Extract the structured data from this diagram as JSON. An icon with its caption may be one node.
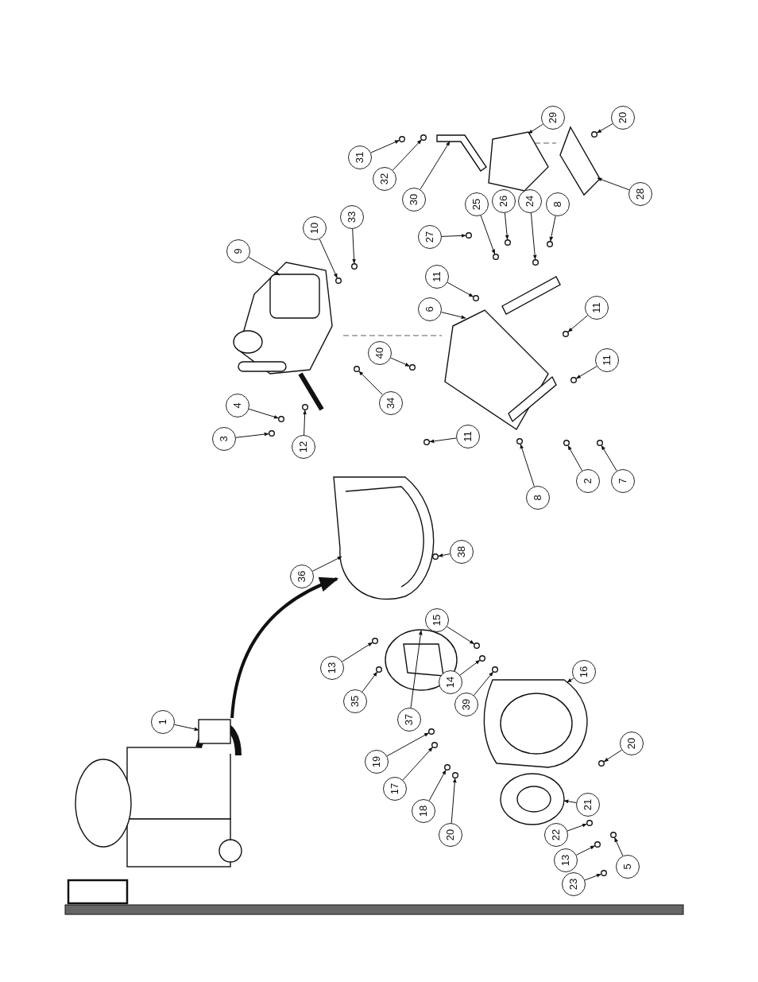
{
  "diagram": {
    "nodes": [
      {
        "text": [
          "29"
        ]
      },
      {
        "text": [
          "20"
        ]
      },
      {
        "text": [
          "31"
        ]
      },
      {
        "text": [
          "32"
        ]
      },
      {
        "text": [
          "28"
        ]
      },
      {
        "text": [
          "30"
        ]
      },
      {
        "text": [
          "25"
        ]
      },
      {
        "text": [
          "26"
        ]
      },
      {
        "text": [
          "24"
        ]
      },
      {
        "text": [
          "8"
        ]
      },
      {
        "text": [
          "33"
        ]
      },
      {
        "text": [
          "10"
        ]
      },
      {
        "text": [
          "27"
        ]
      },
      {
        "text": [
          "9"
        ]
      },
      {
        "text": [
          "11"
        ]
      },
      {
        "text": [
          "11"
        ]
      },
      {
        "text": [
          "6"
        ]
      },
      {
        "text": [
          "40"
        ]
      },
      {
        "text": [
          "11"
        ]
      },
      {
        "text": [
          "34"
        ]
      },
      {
        "text": [
          "4"
        ]
      },
      {
        "text": [
          "3"
        ]
      },
      {
        "text": [
          "11"
        ]
      },
      {
        "text": [
          "12"
        ]
      },
      {
        "text": [
          "2"
        ]
      },
      {
        "text": [
          "7"
        ]
      },
      {
        "text": [
          "8"
        ]
      },
      {
        "text": [
          "38"
        ]
      },
      {
        "text": [
          "36"
        ]
      },
      {
        "text": [
          "15"
        ]
      },
      {
        "text": [
          "13"
        ]
      },
      {
        "text": [
          "16"
        ]
      },
      {
        "text": [
          "14"
        ]
      },
      {
        "text": [
          "37"
        ]
      },
      {
        "text": [
          "35"
        ]
      },
      {
        "text": [
          "39"
        ]
      },
      {
        "text": [
          "1"
        ]
      },
      {
        "text": [
          "20"
        ]
      },
      {
        "text": [
          "19"
        ]
      },
      {
        "text": [
          "17"
        ]
      },
      {
        "text": [
          "21"
        ]
      },
      {
        "text": [
          "18"
        ]
      },
      {
        "text": [
          "22"
        ]
      },
      {
        "text": [
          "13"
        ]
      },
      {
        "text": [
          "23"
        ]
      },
      {
        "text": [
          "20"
        ]
      },
      {
        "text": [
          "5"
        ]
      },
      {
        "text": [],
        "shape": "picture"
      },
      {
        "text": [],
        "shape": "circle"
      },
      {
        "text": [],
        "shape": "circle"
      },
      {
        "text": [],
        "shape": "circle"
      },
      {
        "text": [],
        "shape": "picture"
      },
      {
        "text": [],
        "shape": "picture"
      },
      {
        "text": [],
        "shape": "circle"
      },
      {
        "text": [],
        "shape": "circle"
      },
      {
        "text": [],
        "shape": "circle"
      },
      {
        "text": [],
        "shape": "circle"
      },
      {
        "text": [],
        "shape": "circle"
      },
      {
        "text": [],
        "shape": "circle"
      },
      {
        "text": [],
        "shape": "circle"
      },
      {
        "text": [],
        "shape": "picture"
      },
      {
        "text": [],
        "shape": "circle"
      },
      {
        "text": [],
        "shape": "circle"
      },
      {
        "text": [],
        "shape": "picture"
      },
      {
        "text": [],
        "shape": "circle"
      },
      {
        "text": [],
        "shape": "circle"
      },
      {
        "text": [],
        "shape": "circle"
      },
      {
        "text": [],
        "shape": "circle"
      },
      {
        "text": [],
        "shape": "circle"
      },
      {
        "text": [],
        "shape": "circle"
      },
      {
        "text": [],
        "shape": "circle"
      },
      {
        "text": [],
        "shape": "circle"
      },
      {
        "text": [],
        "shape": "circle"
      },
      {
        "text": [],
        "shape": "circle"
      },
      {
        "text": [],
        "shape": "circle"
      },
      {
        "text": [],
        "shape": "picture"
      },
      {
        "text": [],
        "shape": "circle"
      },
      {
        "text": [],
        "shape": "circle"
      },
      {
        "text": [],
        "shape": "picture"
      },
      {
        "text": [],
        "shape": "circle"
      },
      {
        "text": [],
        "shape": "picture"
      },
      {
        "text": [],
        "shape": "circle"
      },
      {
        "text": [],
        "shape": "circle"
      },
      {
        "text": [],
        "shape": "picture"
      },
      {
        "text": [],
        "shape": "circle"
      },
      {
        "text": [],
        "shape": "circle"
      },
      {
        "text": [],
        "shape": "circle"
      },
      {
        "text": [],
        "shape": "picture"
      },
      {
        "text": [],
        "shape": "circle"
      },
      {
        "text": [],
        "shape": "circle"
      },
      {
        "text": [],
        "shape": "circle"
      },
      {
        "text": [],
        "shape": "circle"
      },
      {
        "text": [],
        "shape": "circle"
      },
      {
        "text": [],
        "shape": "circle"
      }
    ],
    "edges": [
      {
        "from": 0,
        "to": 47,
        "arrow": "to"
      },
      {
        "from": 1,
        "to": 48,
        "arrow": "to"
      },
      {
        "from": 2,
        "to": 49,
        "arrow": "to"
      },
      {
        "from": 3,
        "to": 50,
        "arrow": "to"
      },
      {
        "from": 4,
        "to": 51,
        "arrow": "to"
      },
      {
        "from": 5,
        "to": 52,
        "arrow": "to"
      },
      {
        "from": 6,
        "to": 53,
        "arrow": "to"
      },
      {
        "from": 7,
        "to": 54,
        "arrow": "to"
      },
      {
        "from": 8,
        "to": 55,
        "arrow": "to"
      },
      {
        "from": 9,
        "to": 56,
        "arrow": "to"
      },
      {
        "from": 10,
        "to": 57,
        "arrow": "to"
      },
      {
        "from": 11,
        "to": 58,
        "arrow": "to"
      },
      {
        "from": 12,
        "to": 59,
        "arrow": "to"
      },
      {
        "from": 13,
        "to": 60,
        "arrow": "to"
      },
      {
        "from": 14,
        "to": 61,
        "arrow": "to"
      },
      {
        "from": 15,
        "to": 62,
        "arrow": "to"
      },
      {
        "from": 16,
        "to": 63,
        "arrow": "to"
      },
      {
        "from": 17,
        "to": 64,
        "arrow": "to"
      },
      {
        "from": 18,
        "to": 65,
        "arrow": "to"
      },
      {
        "from": 19,
        "to": 66,
        "arrow": "to"
      },
      {
        "from": 20,
        "to": 67,
        "arrow": "to"
      },
      {
        "from": 21,
        "to": 68,
        "arrow": "to"
      },
      {
        "from": 22,
        "to": 69,
        "arrow": "to"
      },
      {
        "from": 23,
        "to": 70,
        "arrow": "to"
      },
      {
        "from": 24,
        "to": 71,
        "arrow": "to"
      },
      {
        "from": 25,
        "to": 72,
        "arrow": "to"
      },
      {
        "from": 26,
        "to": 73,
        "arrow": "to"
      },
      {
        "from": 27,
        "to": 74,
        "arrow": "to"
      },
      {
        "from": 28,
        "to": 75,
        "arrow": "to"
      },
      {
        "from": 29,
        "to": 76,
        "arrow": "to"
      },
      {
        "from": 30,
        "to": 77,
        "arrow": "to"
      },
      {
        "from": 31,
        "to": 78,
        "arrow": "to"
      },
      {
        "from": 32,
        "to": 79,
        "arrow": "to"
      },
      {
        "from": 33,
        "to": 80,
        "arrow": "to"
      },
      {
        "from": 34,
        "to": 81,
        "arrow": "to"
      },
      {
        "from": 35,
        "to": 82,
        "arrow": "to"
      },
      {
        "from": 36,
        "to": 83,
        "arrow": "to"
      },
      {
        "from": 37,
        "to": 84,
        "arrow": "to"
      },
      {
        "from": 38,
        "to": 85,
        "arrow": "to"
      },
      {
        "from": 39,
        "to": 86,
        "arrow": "to"
      },
      {
        "from": 40,
        "to": 87,
        "arrow": "to"
      },
      {
        "from": 41,
        "to": 88,
        "arrow": "to"
      },
      {
        "from": 42,
        "to": 89,
        "arrow": "to"
      },
      {
        "from": 43,
        "to": 90,
        "arrow": "to"
      },
      {
        "from": 44,
        "to": 91,
        "arrow": "to"
      },
      {
        "from": 45,
        "to": 92,
        "arrow": "to"
      },
      {
        "from": 46,
        "to": 93,
        "arrow": "to"
      },
      {
        "from": 83,
        "to": 75,
        "arrow": "to",
        "style": "thick"
      }
    ]
  }
}
